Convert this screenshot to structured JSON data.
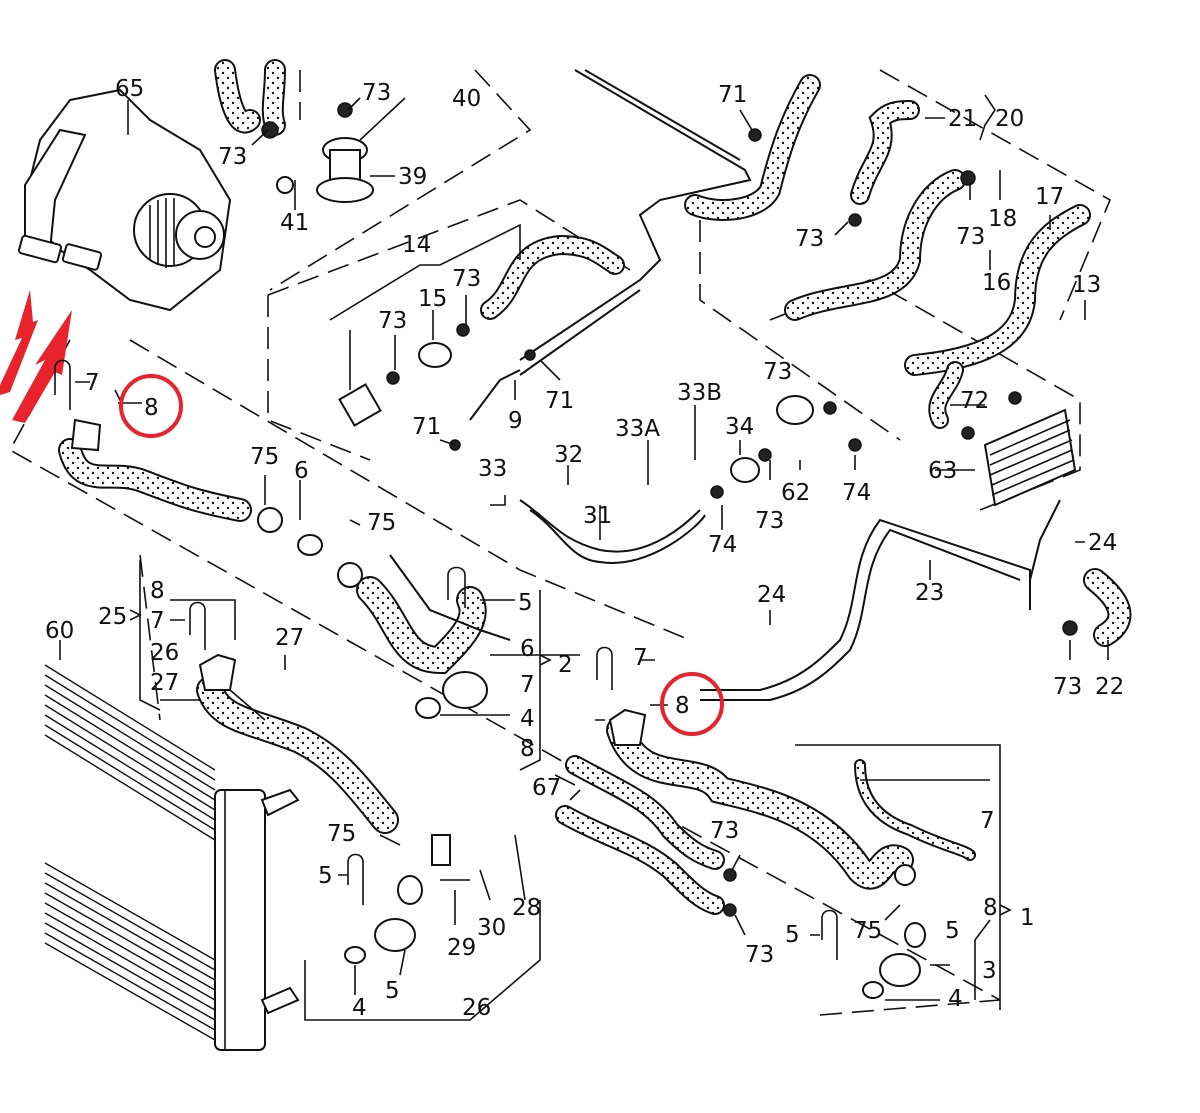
{
  "figure": {
    "title": "Cooling system hose and component exploded diagram",
    "highlight_color": "#e8232b",
    "line_color": "#111111",
    "highlighted_part": "8",
    "highlight_count": 2,
    "arrow_count": 2
  },
  "labels": {
    "l65": "65",
    "l73a": "73",
    "l73b": "73",
    "l40": "40",
    "l39": "39",
    "l41": "41",
    "l71a": "71",
    "l21": "21",
    "l20": "20",
    "l18": "18",
    "l73c": "73",
    "l73d": "73",
    "l17": "17",
    "l16": "16",
    "l13": "13",
    "l14": "14",
    "l15": "15",
    "l73e": "73",
    "l73f": "73",
    "l71b": "71",
    "l9": "9",
    "l71c": "71",
    "l7a": "7",
    "l8a": "8",
    "l33": "33",
    "l32": "32",
    "l33a": "33A",
    "l33b": "33B",
    "l34": "34",
    "l73g": "73",
    "l62": "62",
    "l74a": "74",
    "l74b": "74",
    "l73h": "73",
    "l72": "72",
    "l63": "63",
    "l31": "31",
    "l75a": "75",
    "l6a": "6",
    "l75b": "75",
    "l24a": "24",
    "l23": "23",
    "l24b": "24",
    "l5a": "5",
    "l6b": "6",
    "l2": "2",
    "l7b": "7",
    "l4a": "4",
    "l8b": "8",
    "l60": "60",
    "l25": "25",
    "l8c": "8",
    "l7c": "7",
    "l26a": "26",
    "l27a": "27",
    "l27b": "27",
    "l7d": "7",
    "l8d": "8",
    "l73i": "73",
    "l22": "22",
    "l67": "67",
    "l73j": "73",
    "l73k": "73",
    "l7e": "7",
    "l75c": "75",
    "l5b": "5",
    "l28": "28",
    "l30": "30",
    "l29": "29",
    "l4b": "4",
    "l5c": "5",
    "l26b": "26",
    "l5d": "5",
    "l75d": "75",
    "l5e": "5",
    "l8e": "8",
    "l1": "1",
    "l3": "3",
    "l4c": "4"
  }
}
